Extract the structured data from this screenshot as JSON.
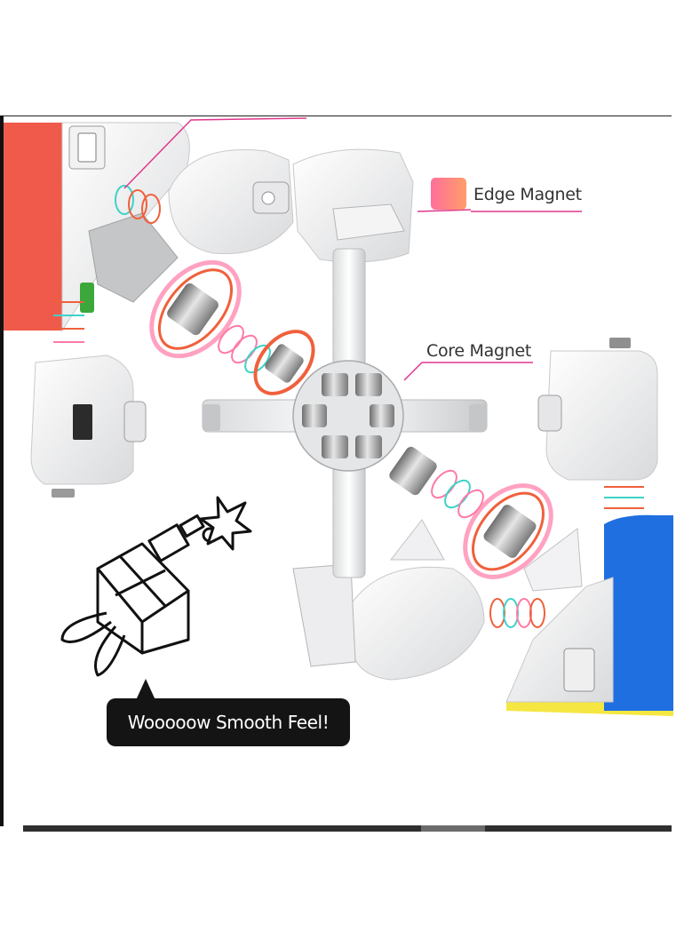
{
  "labels": {
    "edge_magnet": "Edge Magnet",
    "core_magnet": "Core Magnet",
    "smooth_feel": "Wooooow Smooth Feel!"
  },
  "colors": {
    "red_face": "#f05a4a",
    "blue_face": "#1f6fe0",
    "yellow_face": "#f5e642",
    "callout_pink": "#e0368c",
    "magnet_ring": "#f0603c",
    "magnet_glow": "#ff7aa8",
    "spring_teal": "#3fd2c8"
  },
  "icons": [
    "edge-magnet-swatch-icon",
    "robot-cube-icon",
    "spark-icon"
  ]
}
